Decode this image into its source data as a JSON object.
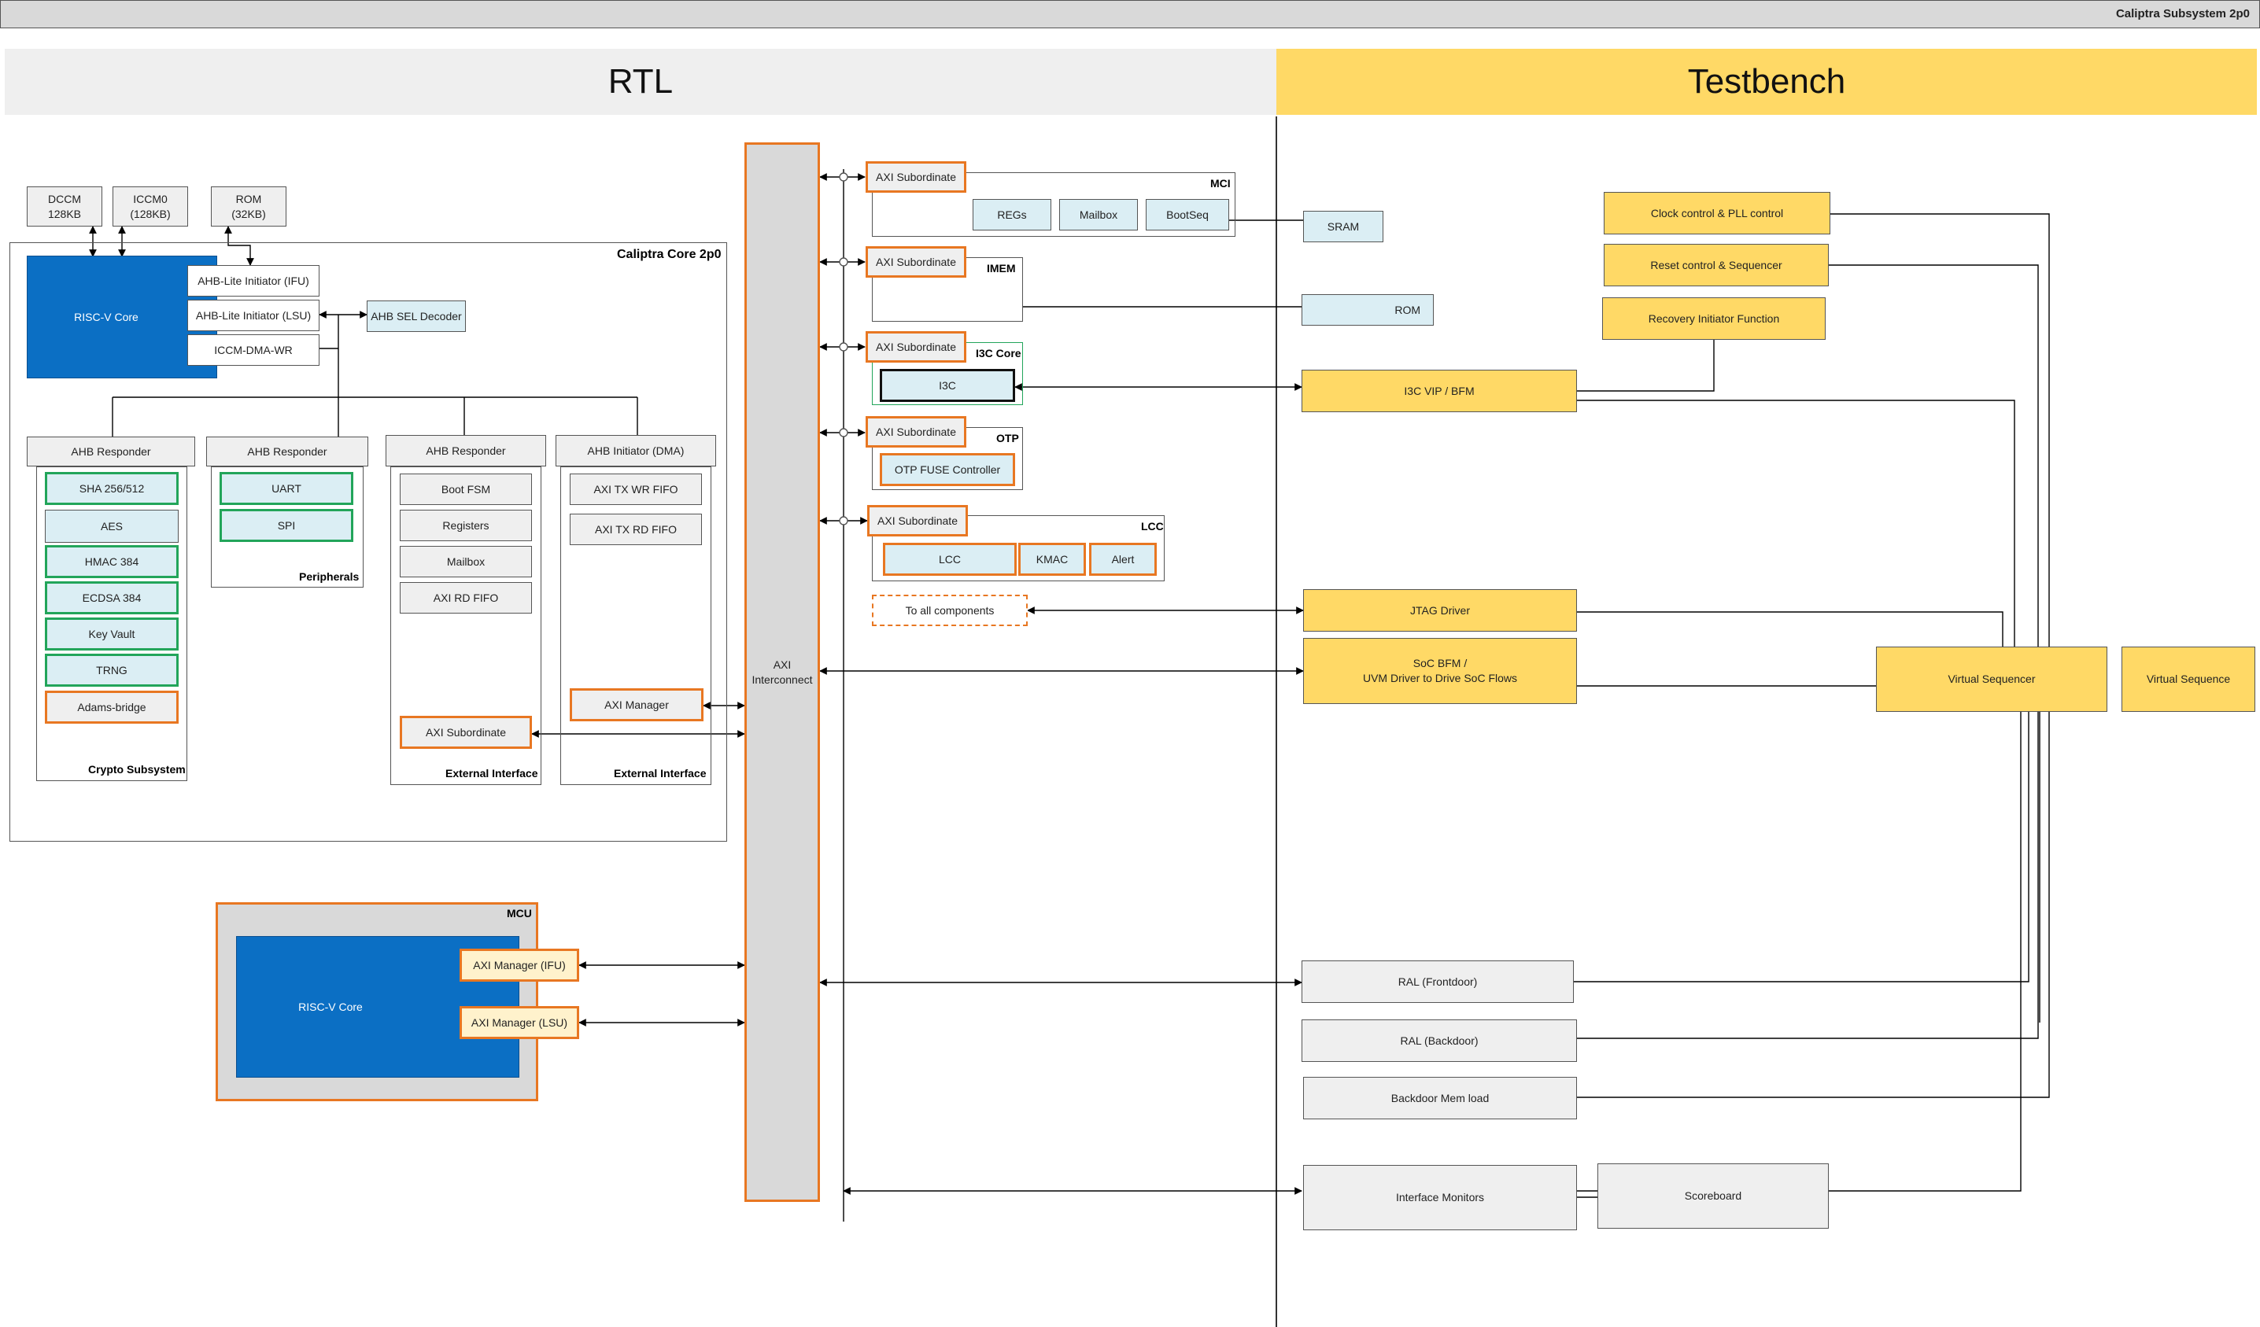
{
  "title_bar": {
    "label": "Caliptra Subsystem 2p0"
  },
  "sections": {
    "rtl": "RTL",
    "testbench": "Testbench"
  },
  "memories": {
    "dccm": "DCCM\n128KB",
    "iccm0": "ICCM0\n(128KB)",
    "rom": "ROM\n(32KB)"
  },
  "core": {
    "title": "Caliptra Core 2p0",
    "riscv": "RISC-V Core",
    "ahb_ifu": "AHB-Lite Initiator (IFU)",
    "ahb_lsu": "AHB-Lite Initiator (LSU)",
    "iccm_dma": "ICCM-DMA-WR",
    "ahb_sel": "AHB SEL Decoder",
    "crypto": {
      "header": "AHB Responder",
      "items": [
        "SHA 256/512",
        "AES",
        "HMAC 384",
        "ECDSA 384",
        "Key Vault",
        "TRNG",
        "Adams-bridge"
      ],
      "title": "Crypto Subsystem"
    },
    "peripherals": {
      "header": "AHB Responder",
      "items": [
        "UART",
        "SPI"
      ],
      "title": "Peripherals"
    },
    "ext1": {
      "header": "AHB Responder",
      "items": [
        "Boot FSM",
        "Registers",
        "Mailbox",
        "AXI RD FIFO"
      ],
      "axi": "AXI Subordinate",
      "title": "External Interface"
    },
    "ext2": {
      "header": "AHB Initiator (DMA)",
      "items": [
        "AXI TX WR FIFO",
        "AXI TX RD FIFO"
      ],
      "axi": "AXI Manager",
      "title": "External Interface"
    }
  },
  "mcu": {
    "title": "MCU",
    "riscv": "RISC-V Core",
    "ifu": "AXI Manager (IFU)",
    "lsu": "AXI Manager (LSU)"
  },
  "interconnect": {
    "label": "AXI\nInterconnect"
  },
  "subsystems": {
    "axi_sub": "AXI Subordinate",
    "mci": {
      "title": "MCI",
      "items": [
        "REGs",
        "Mailbox",
        "BootSeq"
      ]
    },
    "imem": {
      "title": "IMEM"
    },
    "i3c": {
      "title": "I3C Core",
      "item": "I3C"
    },
    "otp": {
      "title": "OTP",
      "item": "OTP FUSE Controller"
    },
    "lcc": {
      "title": "LCC",
      "items": [
        "LCC",
        "KMAC",
        "Alert"
      ]
    },
    "to_all": "To all components"
  },
  "testbench": {
    "sram": "SRAM",
    "rom": "ROM",
    "clock": "Clock control & PLL control",
    "reset": "Reset control & Sequencer",
    "recovery": "Recovery Initiator Function",
    "i3c_vip": "I3C VIP / BFM",
    "jtag": "JTAG Driver",
    "soc_bfm": "SoC BFM /\nUVM Driver to Drive SoC Flows",
    "vseqr": "Virtual Sequencer",
    "vseq": "Virtual Sequence",
    "ral_front": "RAL (Frontdoor)",
    "ral_back": "RAL (Backdoor)",
    "backdoor": "Backdoor Mem load",
    "monitors": "Interface Monitors",
    "scoreboard": "Scoreboard"
  },
  "colors": {
    "orange": "#e87722",
    "green": "#22a55a",
    "yellow": "#ffd966",
    "blue": "#0b6fc4",
    "lightblue": "#dbeef4",
    "grey": "#d9d9d9"
  }
}
